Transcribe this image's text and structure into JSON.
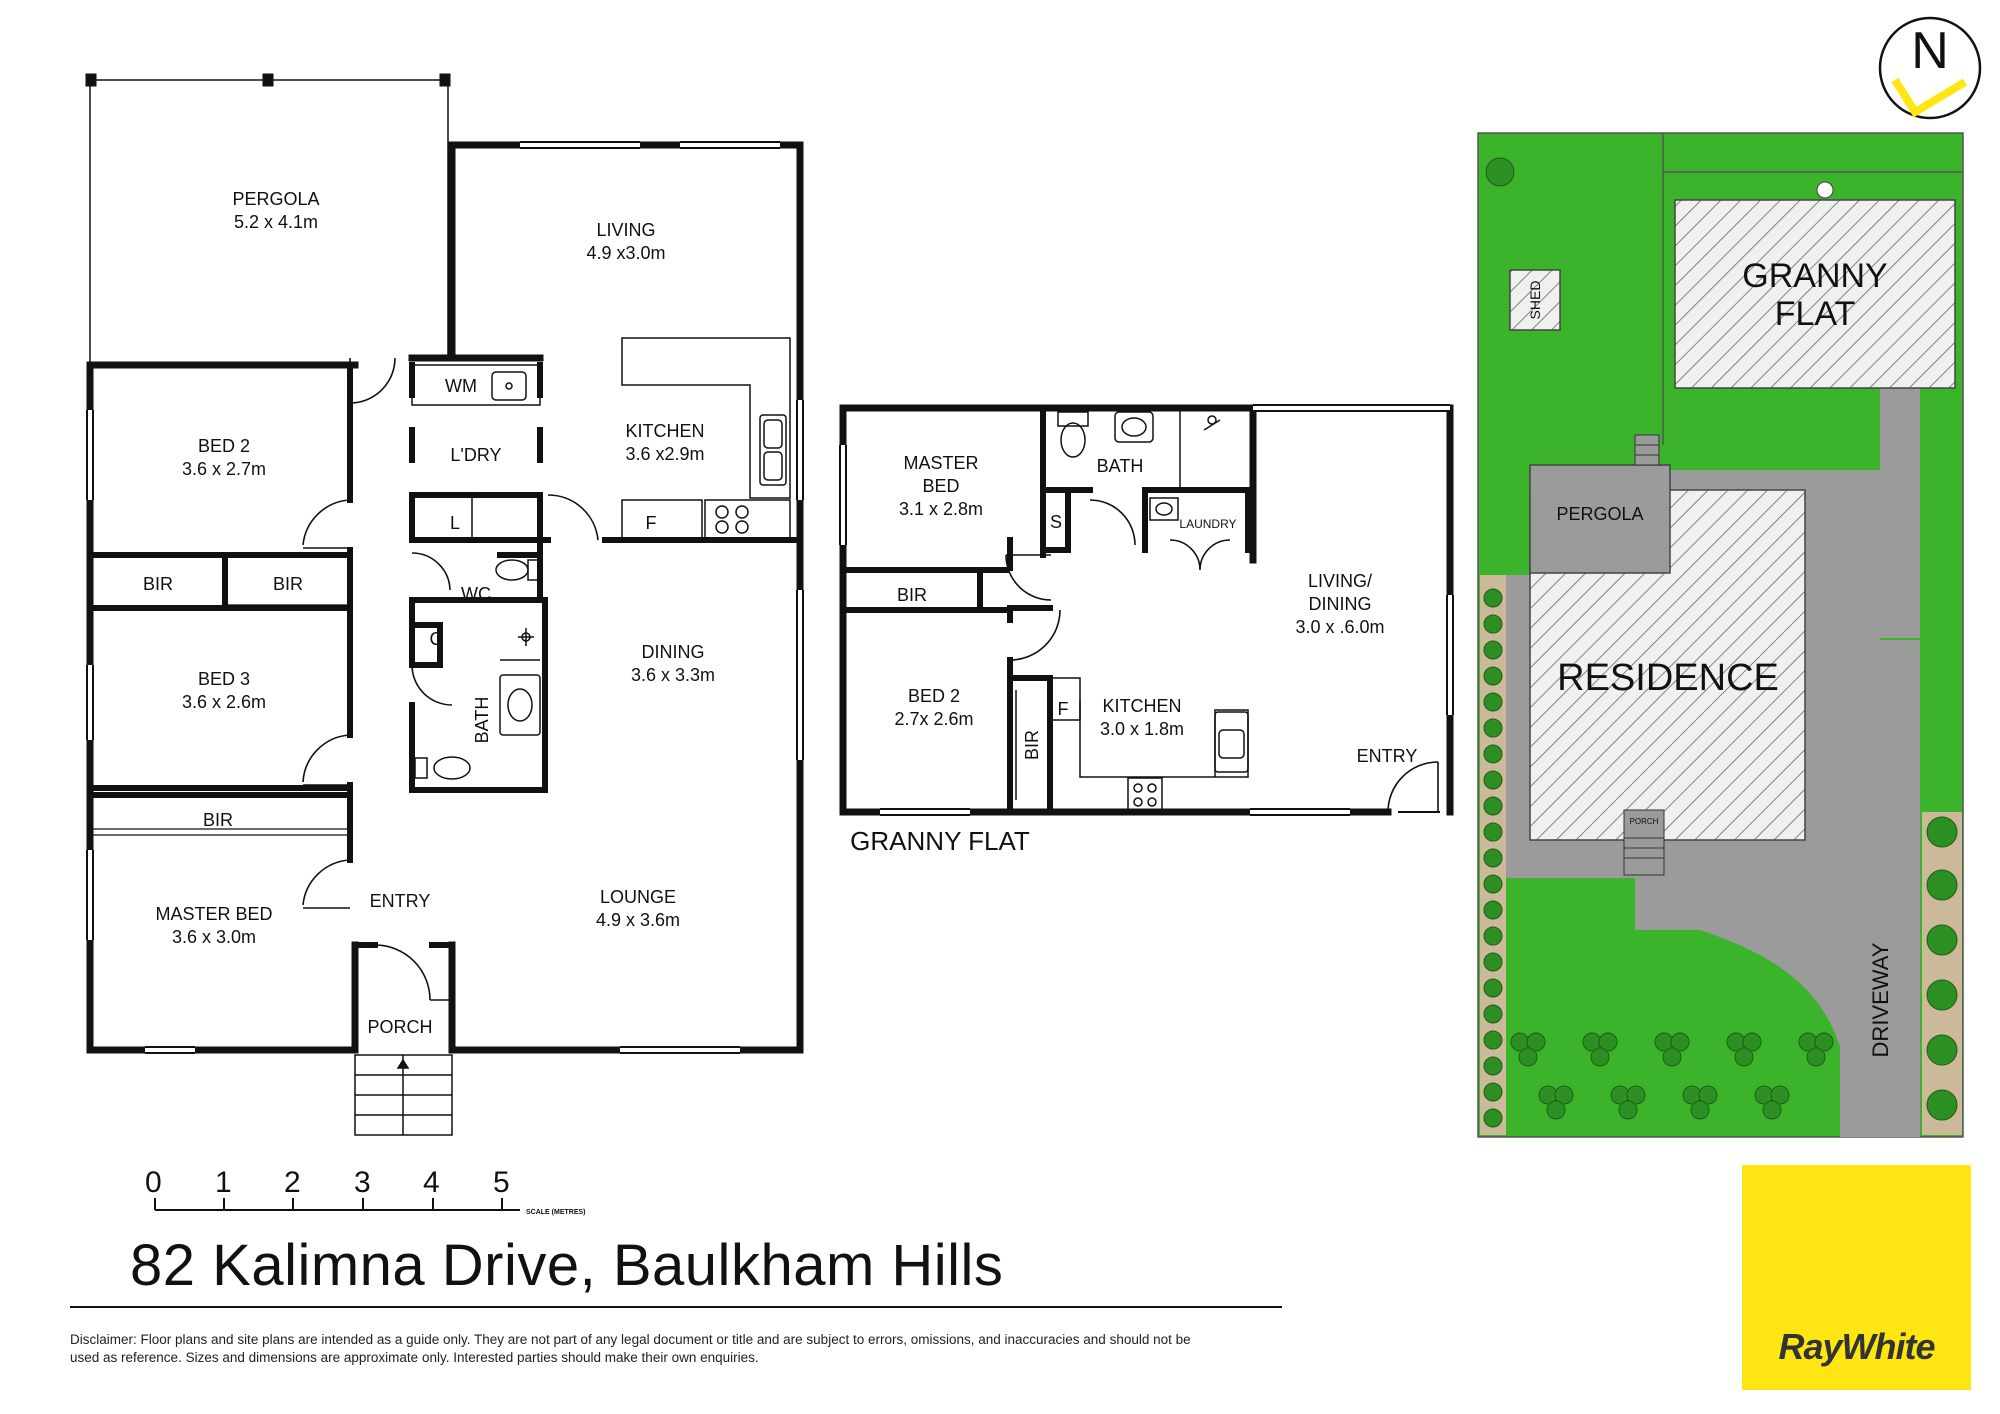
{
  "address": "82 Kalimna Drive, Baulkham Hills",
  "disclaimer": "Disclaimer: Floor plans and site plans are intended as a guide only. They are not part of any legal document or title and are subject to errors, omissions, and inaccuracies and should not be used as reference. Sizes and dimensions are approximate only. Interested parties should make their own enquiries.",
  "scale": {
    "ticks": [
      "0",
      "1",
      "2",
      "3",
      "4",
      "5"
    ],
    "caption": "SCALE (METRES)"
  },
  "compass": {
    "letter": "N"
  },
  "brand": {
    "name": "RayWhite",
    "color": "#ffe512"
  },
  "residence": {
    "pergola": {
      "name": "PERGOLA",
      "size": "5.2 x 4.1m"
    },
    "living": {
      "name": "LIVING",
      "size": "4.9 x3.0m"
    },
    "kitchen": {
      "name": "KITCHEN",
      "size": "3.6 x2.9m"
    },
    "bed2": {
      "name": "BED 2",
      "size": "3.6 x 2.7m"
    },
    "bed3": {
      "name": "BED 3",
      "size": "3.6 x 2.6m"
    },
    "master": {
      "name": "MASTER BED",
      "size": "3.6 x 3.0m"
    },
    "dining": {
      "name": "DINING",
      "size": "3.6 x 3.3m"
    },
    "lounge": {
      "name": "LOUNGE",
      "size": "4.9 x 3.6m"
    },
    "laundry": "L'DRY",
    "wm": "WM",
    "l": "L",
    "f": "F",
    "wc": "WC",
    "c": "C",
    "bath": "BATH",
    "bir": "BIR",
    "entry": "ENTRY",
    "porch": "PORCH"
  },
  "granny_flat": {
    "title": "GRANNY FLAT",
    "master": {
      "line1": "MASTER",
      "line2": "BED",
      "size": "3.1 x 2.8m"
    },
    "bath": "BATH",
    "laundry": "LAUNDRY",
    "s": "S",
    "bir": "BIR",
    "bed2": {
      "name": "BED 2",
      "size": "2.7x 2.6m"
    },
    "kitchen": {
      "name": "KITCHEN",
      "size": "3.0 x 1.8m"
    },
    "f": "F",
    "living": {
      "line1": "LIVING/",
      "line2": "DINING",
      "size": "3.0 x .6.0m"
    },
    "entry": "ENTRY"
  },
  "site": {
    "granny_flat": {
      "line1": "GRANNY",
      "line2": "FLAT"
    },
    "shed": "SHED",
    "pergola": "PERGOLA",
    "residence": "RESIDENCE",
    "porch": "PORCH",
    "driveway": "DRIVEWAY",
    "colors": {
      "lawn": "#3bb42c",
      "paving": "#9b9b9b",
      "garden": "#cbb99a",
      "building": "#e8e8e8"
    }
  }
}
